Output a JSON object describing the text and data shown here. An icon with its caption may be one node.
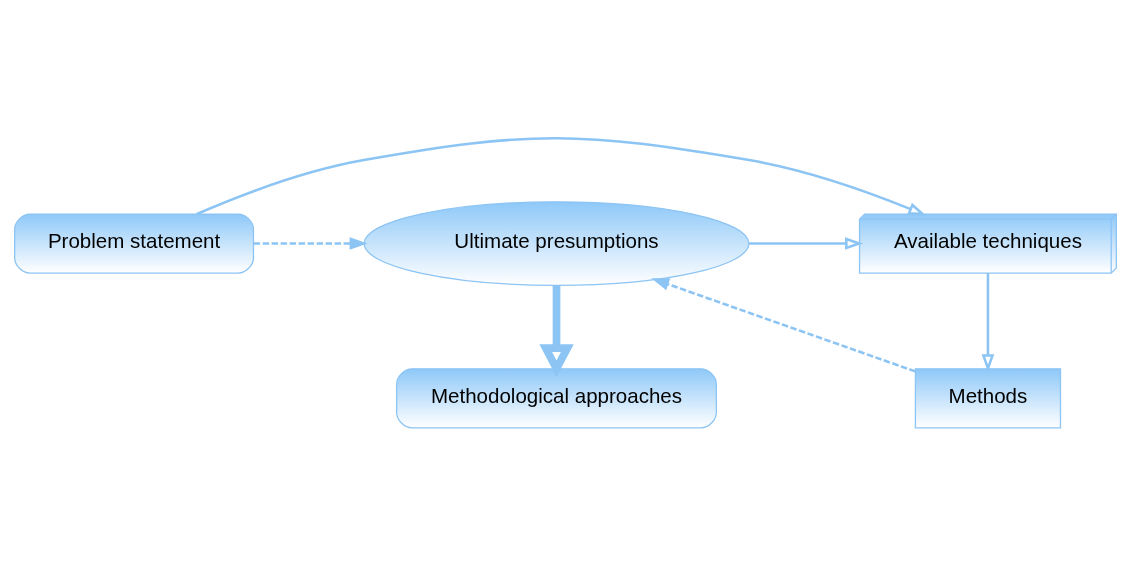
{
  "diagram": {
    "nodes": [
      {
        "text": [
          "Problem statement"
        ]
      },
      {
        "text": [
          "Available techniques"
        ]
      },
      {
        "text": [
          "Ultimate presumptions"
        ]
      },
      {
        "text": [
          "Methods"
        ]
      },
      {
        "text": [
          "Methodological approaches"
        ]
      }
    ],
    "edges": [
      {
        "from": 0,
        "to": 1,
        "arrow": "to"
      },
      {
        "from": 2,
        "to": 1,
        "arrow": "to"
      },
      {
        "from": 1,
        "to": 3,
        "arrow": "to"
      },
      {
        "from": 3,
        "to": 2,
        "arrow": "to",
        "style": "dashed"
      },
      {
        "from": 0,
        "to": 2,
        "arrow": "to",
        "style": "dashed"
      },
      {
        "from": 2,
        "to": 4,
        "arrow": "to",
        "style": "thick"
      }
    ]
  }
}
